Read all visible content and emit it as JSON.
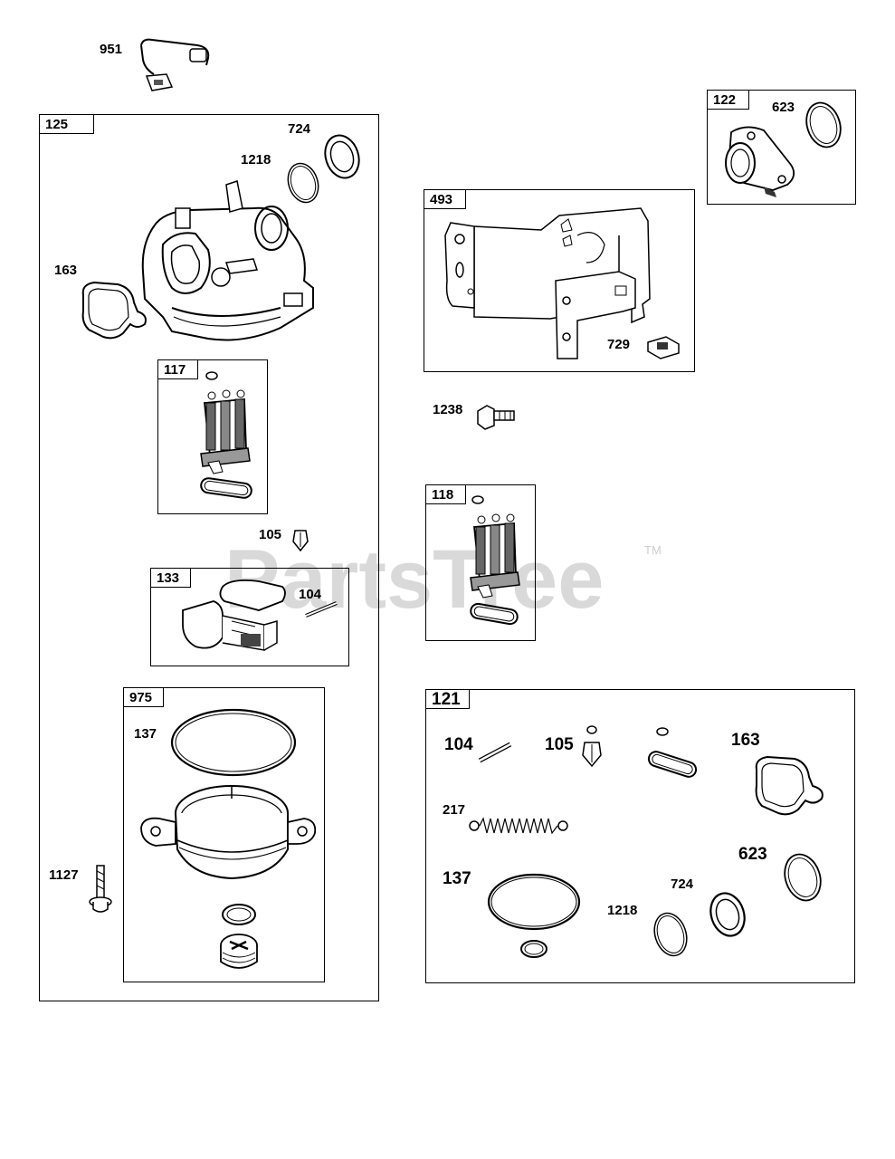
{
  "watermark": {
    "text": "PartsTree",
    "tm": "TM"
  },
  "kits": {
    "k125": "125",
    "k117": "117",
    "k133": "133",
    "k975": "975",
    "k122": "122",
    "k493": "493",
    "k118": "118",
    "k121": "121"
  },
  "labels": {
    "p951": "951",
    "p724": "724",
    "p1218": "1218",
    "p163": "163",
    "p105": "105",
    "p104": "104",
    "p137": "137",
    "p1127": "1127",
    "p623": "623",
    "p729": "729",
    "p1238": "1238",
    "r104": "104",
    "r105": "105",
    "r163": "163",
    "r217": "217",
    "r137": "137",
    "r623": "623",
    "r724": "724",
    "r1218": "1218"
  }
}
